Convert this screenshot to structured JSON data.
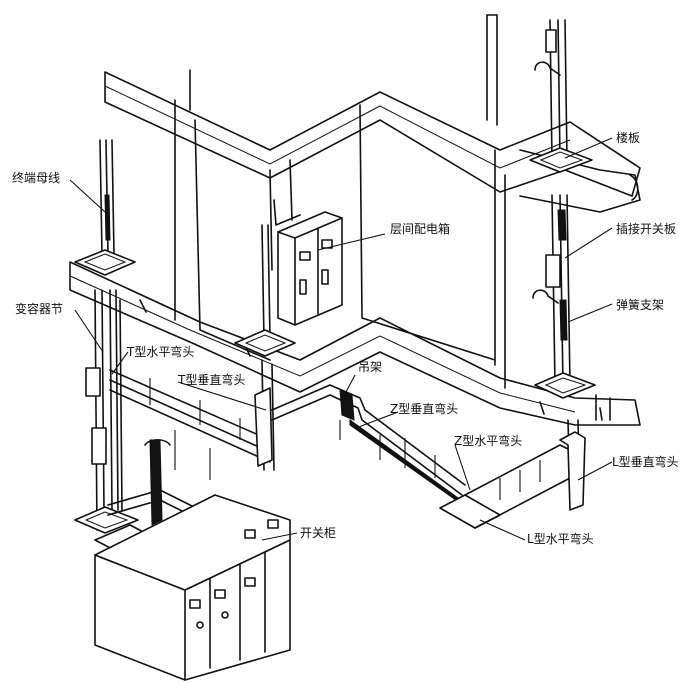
{
  "labels": {
    "terminal_busbar": "终端母线",
    "floor_slab": "楼板",
    "floor_distribution_box": "层间配电箱",
    "plug_in_switch_box": "插接开关板",
    "spring_bracket": "弹簧支架",
    "transformer_section": "变容器节",
    "t_horizontal_elbow": "T型水平弯头",
    "t_vertical_elbow": "T型垂直弯头",
    "hanger": "吊架",
    "z_vertical_elbow": "Z型垂直弯头",
    "z_horizontal_elbow": "Z型水平弯头",
    "l_vertical_elbow": "L型垂直弯头",
    "l_horizontal_elbow": "L型水平弯头",
    "switch_cabinet": "开关柜"
  },
  "colors": {
    "line": "#111111",
    "background": "#ffffff"
  }
}
